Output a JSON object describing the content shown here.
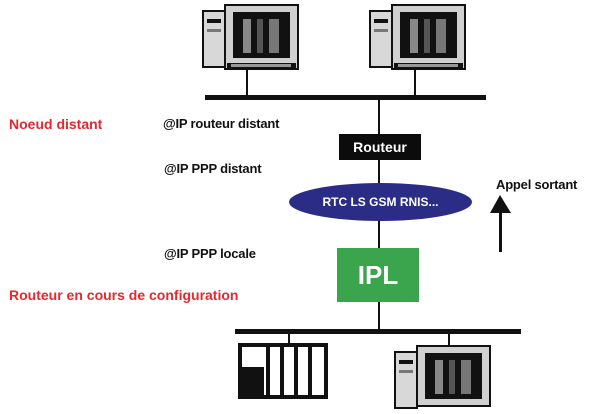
{
  "labels": {
    "remote_node": "Noeud distant",
    "router_in_config": "Routeur en cours de configuration",
    "remote_router_ip": "@IP routeur distant",
    "remote_ppp_ip": "@IP PPP distant",
    "local_ppp_ip": "@IP PPP locale",
    "outgoing_call": "Appel sortant"
  },
  "nodes": {
    "router": "Routeur",
    "network": "RTC LS GSM RNIS...",
    "ipl": "IPL"
  },
  "icons": {
    "top_left": "computer-icon",
    "top_right": "computer-icon",
    "bottom_left": "server-rack-icon",
    "bottom_right": "computer-icon",
    "arrow": "arrow-up-icon"
  },
  "colors": {
    "label_red": "#e8262d",
    "router_black": "#0c0c0c",
    "network_blue": "#2b2c86",
    "ipl_green": "#3aa54d"
  }
}
